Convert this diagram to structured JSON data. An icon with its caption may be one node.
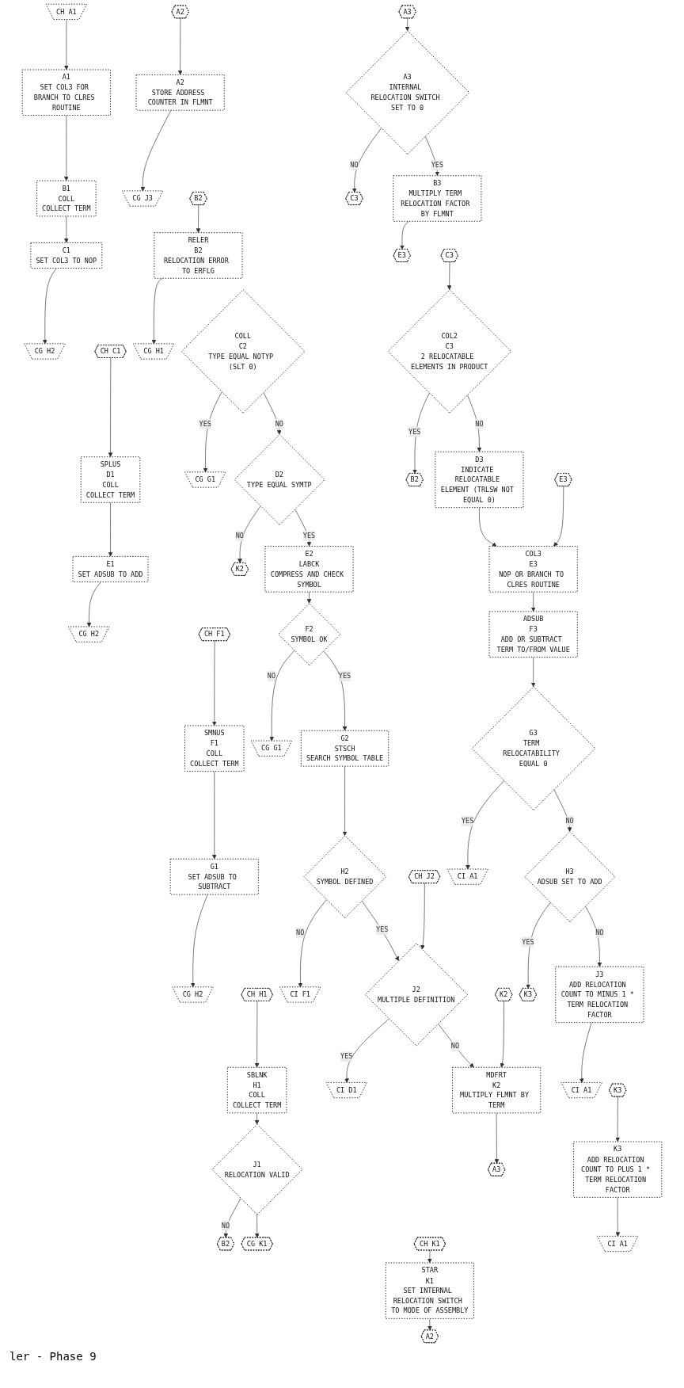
{
  "diagram": {
    "nodes": [
      {
        "text": [
          "CH A1"
        ]
      },
      {
        "text": [
          "A1",
          "SET COL3 FOR BRANCH TO CLRES ROUTINE"
        ]
      },
      {
        "text": [
          "B1",
          "COLL",
          "COLLECT TERM"
        ]
      },
      {
        "text": [
          "C1",
          "SET COL3 TO NOP"
        ]
      },
      {
        "text": [
          "CG H2"
        ]
      },
      {
        "text": [
          "CH C1"
        ]
      },
      {
        "text": [
          "SPLUS",
          "D1",
          "COLL",
          "COLLECT TERM"
        ]
      },
      {
        "text": [
          "E1",
          "SET ADSUB TO ADD"
        ]
      },
      {
        "text": [
          "CG H2"
        ]
      },
      {
        "text": [
          "CH F1"
        ]
      },
      {
        "text": [
          "SMNUS",
          "F1",
          "COLL",
          "COLLECT TERM"
        ]
      },
      {
        "text": [
          "G1",
          "SET ADSUB TO SUBTRACT"
        ]
      },
      {
        "text": [
          "CG H2"
        ]
      },
      {
        "text": [
          "CH H1"
        ]
      },
      {
        "text": [
          "SBLNK",
          "H1",
          "COLL",
          "COLLECT TERM"
        ]
      },
      {
        "text": [
          "J1",
          "RELOCATION VALID"
        ]
      },
      {
        "text": [
          "B2"
        ]
      },
      {
        "text": [
          "CG K1"
        ]
      },
      {
        "text": [
          "STAR",
          "K1",
          "SET INTERNAL RELOCATION SWITCH TO MODE OF ASSEMBLY"
        ]
      },
      {
        "text": [
          "CH K1"
        ]
      },
      {
        "text": [
          "A2"
        ]
      },
      {
        "text": [
          "A2"
        ]
      },
      {
        "text": [
          "A2",
          "STORE ADDRESS COUNTER IN FLMNT"
        ]
      },
      {
        "text": [
          "CG J3"
        ]
      },
      {
        "text": [
          "B2"
        ]
      },
      {
        "text": [
          "RELER",
          "B2",
          "RELOCATION ERROR TO ERFLG"
        ]
      },
      {
        "text": [
          "CG H1"
        ]
      },
      {
        "text": [
          "COLL",
          "C2",
          "TYPE EQUAL NOTYP (SLT 0)"
        ]
      },
      {
        "text": [
          "CG G1"
        ]
      },
      {
        "text": [
          "D2",
          "TYPE EQUAL SYMTP"
        ]
      },
      {
        "text": [
          "K2"
        ]
      },
      {
        "text": [
          "E2",
          "LABCK",
          "COMPRESS AND CHECK SYMBOL"
        ]
      },
      {
        "text": [
          "F2",
          "SYMBOL OK"
        ]
      },
      {
        "text": [
          "CG G1"
        ]
      },
      {
        "text": [
          "G2",
          "STSCH",
          "SEARCH SYMBOL TABLE"
        ]
      },
      {
        "text": [
          "H2",
          "SYMBOL DEFINED"
        ]
      },
      {
        "text": [
          "CI F1"
        ]
      },
      {
        "text": [
          "CH J2"
        ]
      },
      {
        "text": [
          "J2",
          "MULTIPLE DEFINITION"
        ]
      },
      {
        "text": [
          "CI D1"
        ]
      },
      {
        "text": [
          "K2"
        ]
      },
      {
        "text": [
          "MDFRT",
          "K2",
          "MULTIPLY FLMNT BY TERM"
        ]
      },
      {
        "text": [
          "A3"
        ]
      },
      {
        "text": [
          "A3"
        ]
      },
      {
        "text": [
          "A3",
          "INTERNAL RELOCATION SWITCH SET TO 0"
        ]
      },
      {
        "text": [
          "C3"
        ]
      },
      {
        "text": [
          "B3",
          "MULTIPLY TERM RELOCATION FACTOR BY FLMNT"
        ]
      },
      {
        "text": [
          "E3"
        ]
      },
      {
        "text": [
          "C3"
        ]
      },
      {
        "text": [
          "COL2",
          "C3",
          "2 RELOCATABLE ELEMENTS IN PRODUCT"
        ]
      },
      {
        "text": [
          "B2"
        ]
      },
      {
        "text": [
          "D3",
          "INDICATE RELOCATABLE ELEMENT (TRLSW NOT EQUAL 0)"
        ]
      },
      {
        "text": [
          "E3"
        ]
      },
      {
        "text": [
          "COL3",
          "E3",
          "NOP OR BRANCH TO CLRES ROUTINE"
        ]
      },
      {
        "text": [
          "ADSUB",
          "F3",
          "ADD OR SUBTRACT TERM TO/FROM VALUE"
        ]
      },
      {
        "text": [
          "G3",
          "TERM RELOCATABILITY EQUAL 0"
        ]
      },
      {
        "text": [
          "CI A1"
        ]
      },
      {
        "text": [
          "H3",
          "ADSUB SET TO ADD"
        ]
      },
      {
        "text": [
          "K3"
        ]
      },
      {
        "text": [
          "J3",
          "ADD RELOCATION COUNT TO MINUS 1 * TERM RELOCATION FACTOR"
        ]
      },
      {
        "text": [
          "CI A1"
        ]
      },
      {
        "text": [
          "K3"
        ]
      },
      {
        "text": [
          "K3",
          "ADD RELOCATION COUNT TO PLUS 1 * TERM RELOCATION FACTOR"
        ]
      },
      {
        "text": [
          "CI A1"
        ]
      }
    ],
    "edges": [
      {
        "from": 0,
        "to": 1,
        "arrow": "to"
      },
      {
        "from": 1,
        "to": 2,
        "arrow": "to"
      },
      {
        "from": 2,
        "to": 3,
        "arrow": "to"
      },
      {
        "from": 3,
        "to": 4,
        "arrow": "to"
      },
      {
        "from": 5,
        "to": 6,
        "arrow": "to"
      },
      {
        "from": 6,
        "to": 7,
        "arrow": "to"
      },
      {
        "from": 7,
        "to": 8,
        "arrow": "to"
      },
      {
        "from": 9,
        "to": 10,
        "arrow": "to"
      },
      {
        "from": 10,
        "to": 11,
        "arrow": "to"
      },
      {
        "from": 11,
        "to": 12,
        "arrow": "to"
      },
      {
        "from": 13,
        "to": 14,
        "arrow": "to"
      },
      {
        "from": 14,
        "to": 15,
        "arrow": "to"
      },
      {
        "from": 15,
        "to": 16,
        "arrow": "to",
        "label": "NO"
      },
      {
        "from": 15,
        "to": 17,
        "arrow": "to"
      },
      {
        "from": 19,
        "to": 18,
        "arrow": "to"
      },
      {
        "from": 18,
        "to": 20,
        "arrow": "to"
      },
      {
        "from": 21,
        "to": 22,
        "arrow": "to"
      },
      {
        "from": 22,
        "to": 23,
        "arrow": "to"
      },
      {
        "from": 24,
        "to": 25,
        "arrow": "to"
      },
      {
        "from": 25,
        "to": 26,
        "arrow": "to"
      },
      {
        "from": 27,
        "to": 28,
        "arrow": "to",
        "label": "YES"
      },
      {
        "from": 27,
        "to": 29,
        "arrow": "to",
        "label": "NO"
      },
      {
        "from": 29,
        "to": 30,
        "arrow": "to",
        "label": "NO"
      },
      {
        "from": 29,
        "to": 31,
        "arrow": "to",
        "label": "YES"
      },
      {
        "from": 31,
        "to": 32,
        "arrow": "to"
      },
      {
        "from": 32,
        "to": 33,
        "arrow": "to",
        "label": "NO"
      },
      {
        "from": 32,
        "to": 34,
        "arrow": "to",
        "label": "YES"
      },
      {
        "from": 34,
        "to": 35,
        "arrow": "to"
      },
      {
        "from": 35,
        "to": 36,
        "arrow": "to",
        "label": "NO"
      },
      {
        "from": 35,
        "to": 38,
        "arrow": "to",
        "label": "YES"
      },
      {
        "from": 37,
        "to": 38,
        "arrow": "to"
      },
      {
        "from": 38,
        "to": 39,
        "arrow": "to",
        "label": "YES"
      },
      {
        "from": 38,
        "to": 41,
        "arrow": "to",
        "label": "NO"
      },
      {
        "from": 40,
        "to": 41,
        "arrow": "to"
      },
      {
        "from": 41,
        "to": 42,
        "arrow": "to"
      },
      {
        "from": 43,
        "to": 44,
        "arrow": "to"
      },
      {
        "from": 44,
        "to": 45,
        "arrow": "to",
        "label": "NO"
      },
      {
        "from": 44,
        "to": 46,
        "arrow": "to",
        "label": "YES"
      },
      {
        "from": 46,
        "to": 47,
        "arrow": "to"
      },
      {
        "from": 48,
        "to": 49,
        "arrow": "to"
      },
      {
        "from": 49,
        "to": 50,
        "arrow": "to",
        "label": "YES"
      },
      {
        "from": 49,
        "to": 51,
        "arrow": "to",
        "label": "NO"
      },
      {
        "from": 51,
        "to": 53,
        "arrow": "to"
      },
      {
        "from": 52,
        "to": 53,
        "arrow": "to"
      },
      {
        "from": 53,
        "to": 54,
        "arrow": "to"
      },
      {
        "from": 54,
        "to": 55,
        "arrow": "to"
      },
      {
        "from": 55,
        "to": 56,
        "arrow": "to",
        "label": "YES"
      },
      {
        "from": 55,
        "to": 57,
        "arrow": "to",
        "label": "NO"
      },
      {
        "from": 57,
        "to": 58,
        "arrow": "to",
        "label": "YES"
      },
      {
        "from": 57,
        "to": 59,
        "arrow": "to",
        "label": "NO"
      },
      {
        "from": 59,
        "to": 60,
        "arrow": "to"
      },
      {
        "from": 61,
        "to": 62,
        "arrow": "to"
      },
      {
        "from": 62,
        "to": 63,
        "arrow": "to"
      }
    ],
    "labels": [
      "ler - Phase 9"
    ]
  }
}
